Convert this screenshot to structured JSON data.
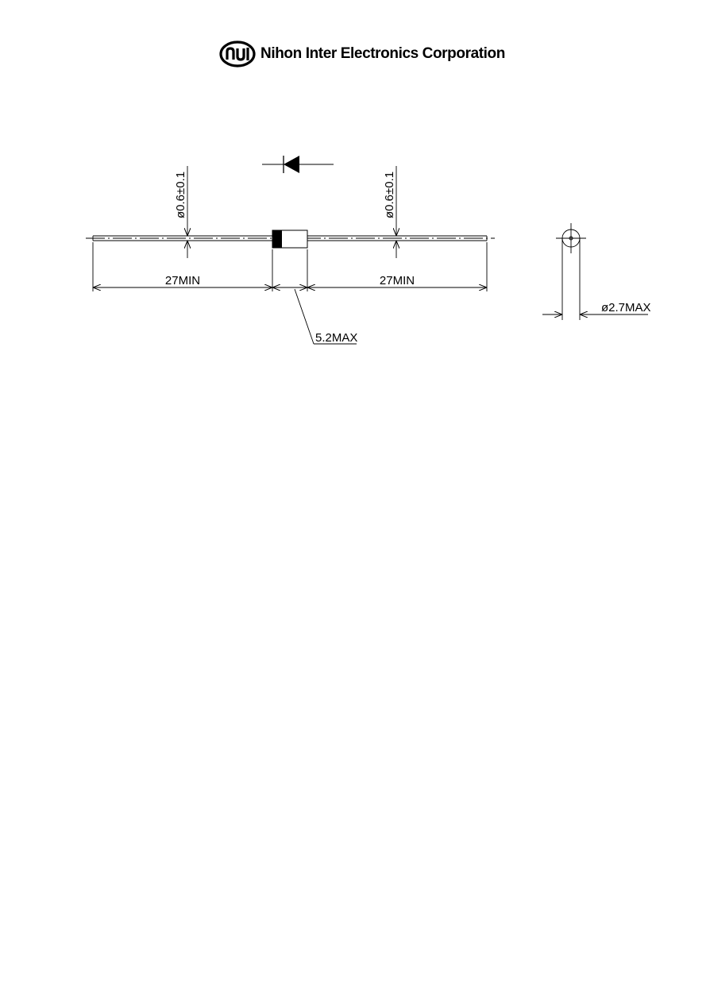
{
  "header": {
    "company_name": "Nihon Inter Electronics Corporation",
    "logo_icon": "nie-logo-icon"
  },
  "drawing": {
    "lead_diameter_left": "ø0.6±0.1",
    "lead_diameter_right": "ø0.6±0.1",
    "lead_length_left": "27MIN",
    "lead_length_right": "27MIN",
    "body_length": "5.2MAX",
    "body_diameter": "ø2.7MAX",
    "symbol_icon": "diode-symbol-icon"
  }
}
